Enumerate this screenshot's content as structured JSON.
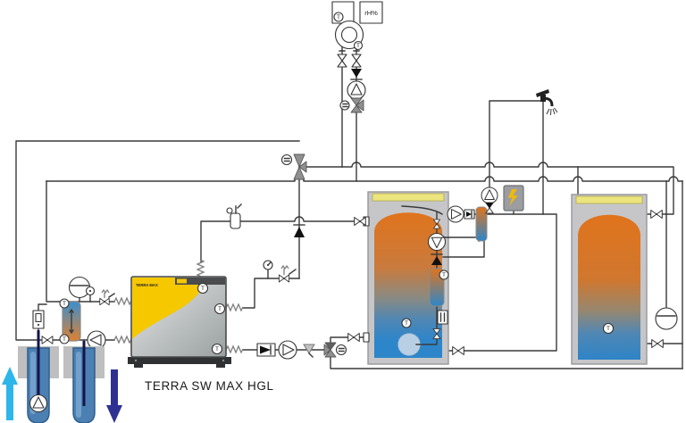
{
  "labels": {
    "title": "TERRA SW MAX HGL",
    "t": "T",
    "rh": "rH%",
    "hp_logo": "TERRA MAX"
  },
  "colors": {
    "line": "#3a3a3a",
    "hot": "#e0741c",
    "cold": "#2d86ca",
    "accent_yellow": "#f6c800",
    "tank_wall": "#c6c6c8",
    "tank_lid": "#ece57e",
    "arrow_up": "#2eb6ea",
    "arrow_down": "#2e3192",
    "actuator_gray": "#909090"
  },
  "components": [
    "temperature-sensor-box",
    "humidity-sensor-box",
    "heating-circuit",
    "shutoff-valve",
    "check-valve",
    "heating-circuit-pump",
    "mixing-valve-3way",
    "air-separator",
    "safety-valve",
    "pressure-gauge",
    "expansion-vessel-source",
    "expansion-vessel-buffer",
    "heat-pump-unit",
    "flexible-connector",
    "source-heat-exchanger",
    "brine-pump",
    "flow-switch",
    "borehole-supply",
    "borehole-return",
    "hygienic-tank",
    "buffer-tank",
    "charge-pump",
    "stratification-unit",
    "inspection-flange",
    "dhw-circulation-pump",
    "fresh-water-heat-exchanger",
    "electric-heating-element",
    "strainer",
    "diverter-valve-3way",
    "domestic-tap",
    "temperature-sensor"
  ]
}
